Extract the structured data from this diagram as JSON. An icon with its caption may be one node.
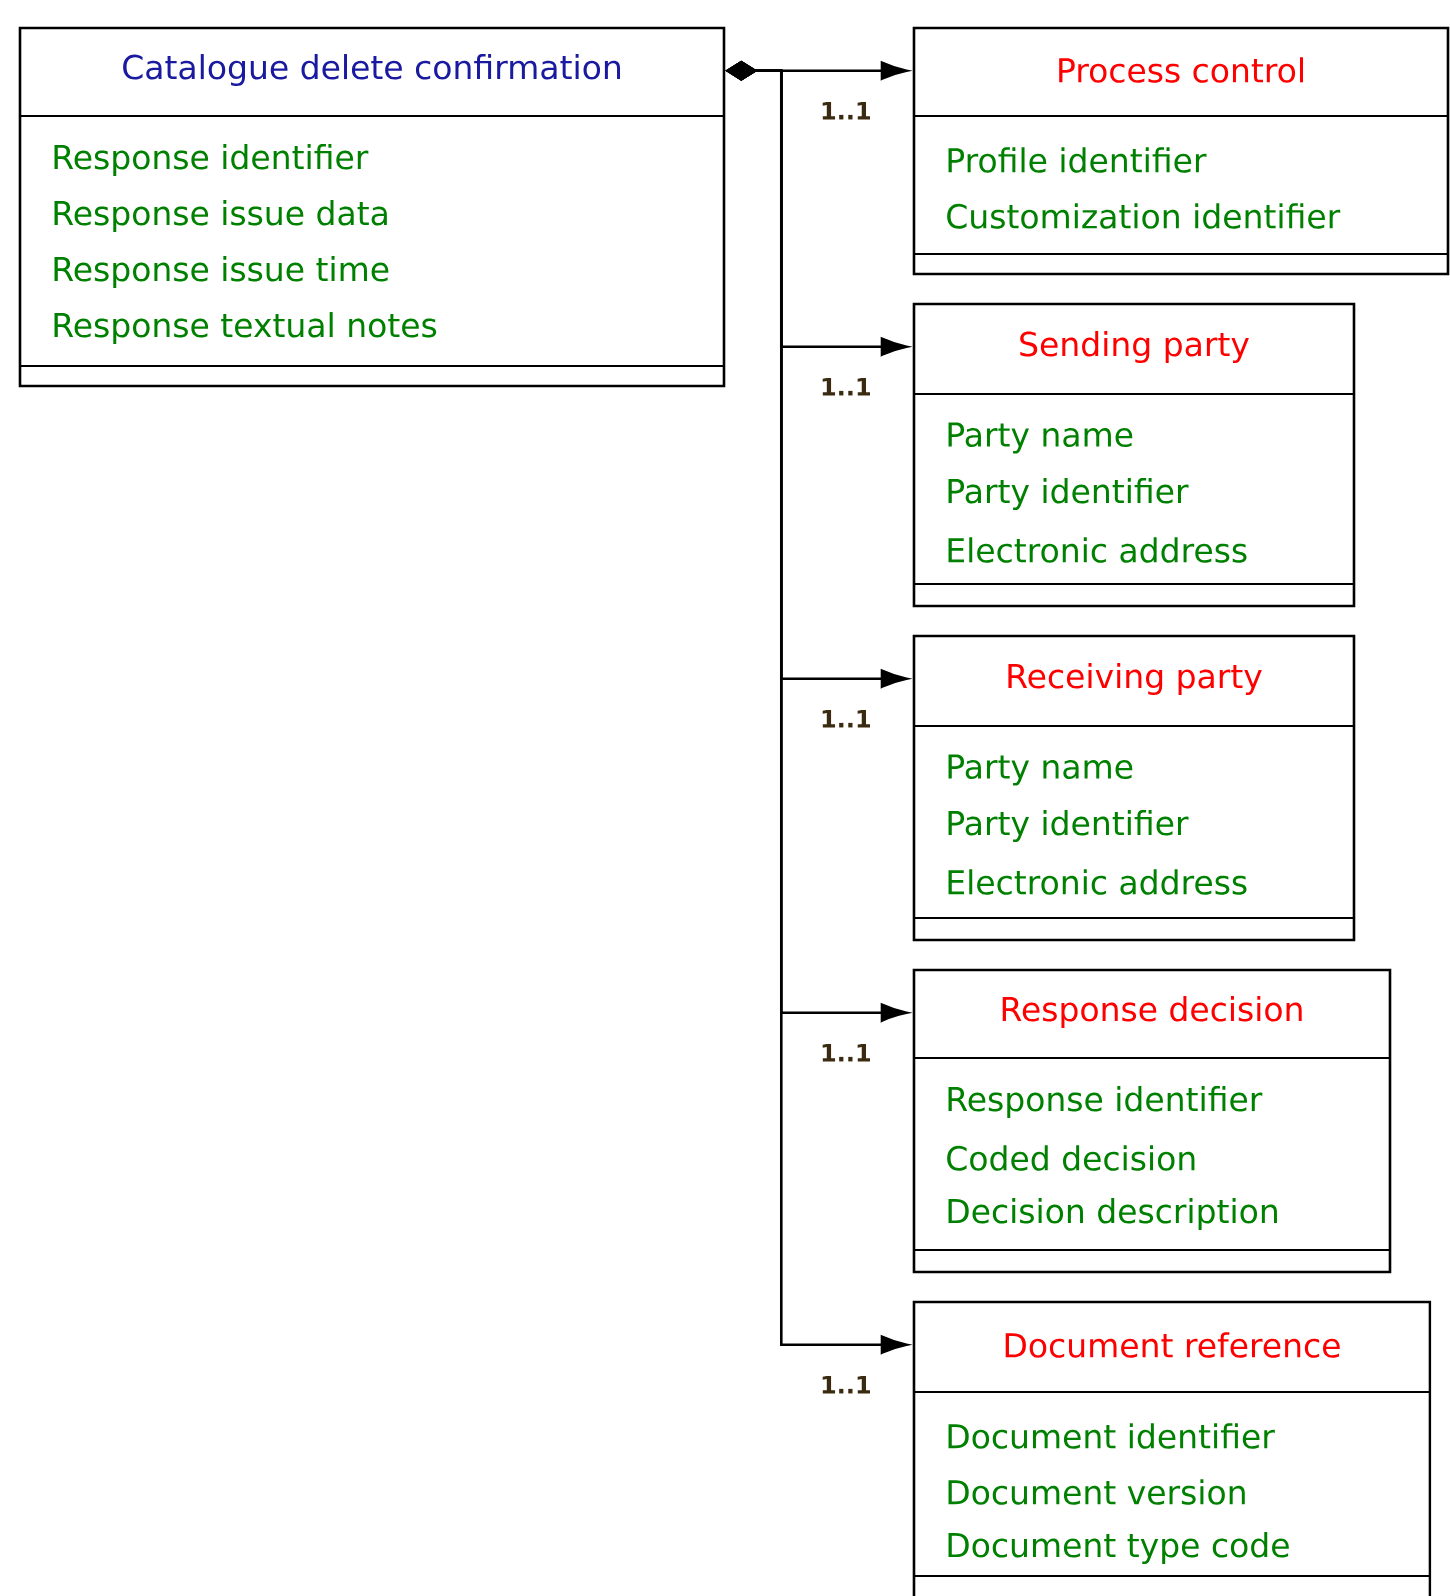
{
  "diagram": {
    "nodes": [
      {
        "text": [
          "Catalogue delete confirmation",
          "Response identifier",
          "Response issue data",
          "Response issue time",
          "Response textual notes"
        ]
      },
      {
        "text": [
          "Process control",
          "Profile identifier",
          "Customization identifier"
        ]
      },
      {
        "text": [
          "Sending party",
          "Party name",
          "Party identifier",
          "Electronic address"
        ]
      },
      {
        "text": [
          "Receiving party",
          "Party name",
          "Party identifier",
          "Electronic address"
        ]
      },
      {
        "text": [
          "Response decision",
          "Response identifier",
          "Coded decision",
          "Decision description"
        ]
      },
      {
        "text": [
          "Document reference",
          "Document identifier",
          "Document version",
          "Document type code"
        ]
      }
    ],
    "edges": [
      {
        "from": 0,
        "to": 1,
        "arrow": "to",
        "label": "1..1"
      },
      {
        "from": 0,
        "to": 2,
        "arrow": "to",
        "label": "1..1"
      },
      {
        "from": 0,
        "to": 3,
        "arrow": "to",
        "label": "1..1"
      },
      {
        "from": 0,
        "to": 4,
        "arrow": "to",
        "label": "1..1"
      },
      {
        "from": 0,
        "to": 5,
        "arrow": "to",
        "label": "1..1"
      }
    ]
  }
}
